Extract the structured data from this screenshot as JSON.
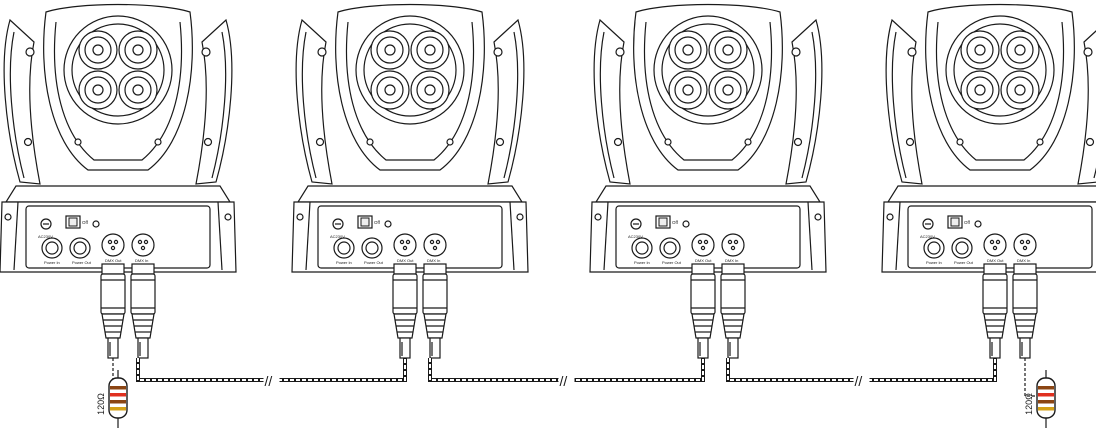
{
  "diagram": {
    "fixture_count": 4,
    "panel": {
      "power_switch": "Off",
      "voltage": "AC230V",
      "power_in": "Power In",
      "power_out": "Power Out",
      "dmx_out": "DMX Out",
      "dmx_in": "DMX In"
    },
    "terminators": [
      {
        "resistance": "120Ω"
      },
      {
        "resistance": "120Ω"
      }
    ],
    "line_break_symbol": "//",
    "colors": {
      "stroke": "#1a1a1a",
      "resistor_band_1": "#8b4513",
      "resistor_band_2": "#e03020",
      "resistor_band_3": "#8b4513",
      "resistor_band_4": "#d4a017"
    }
  }
}
